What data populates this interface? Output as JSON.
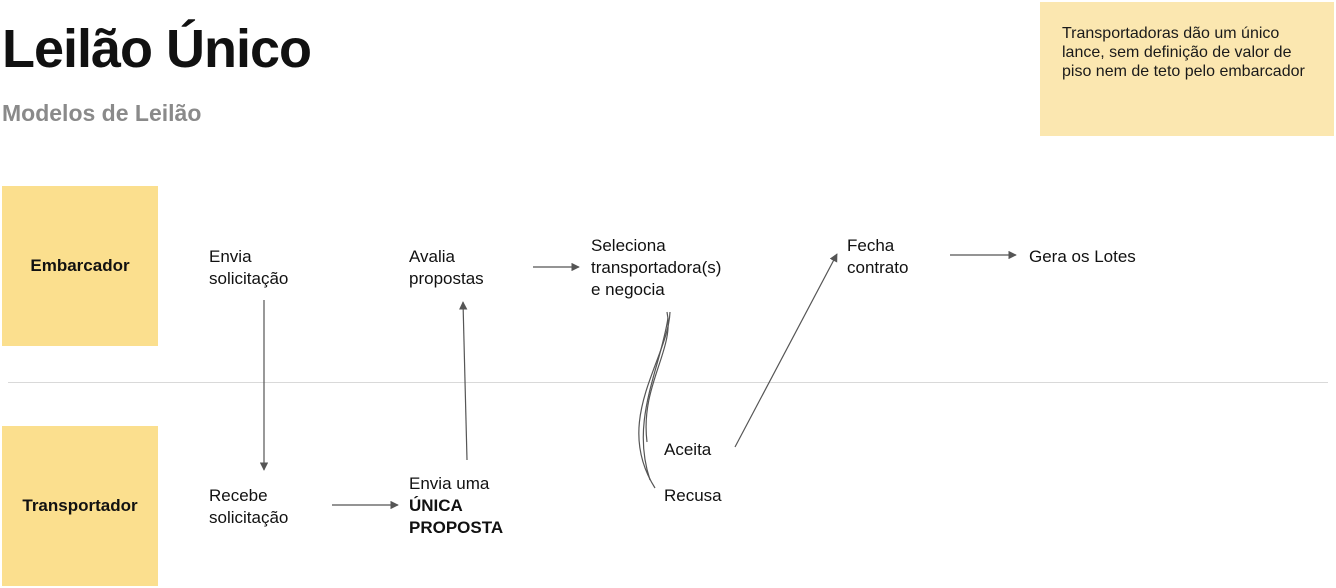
{
  "header": {
    "title": "Leilão Único",
    "subtitle": "Modelos de Leilão"
  },
  "note": {
    "text": "Transportadoras dão um único lance, sem definição de valor de piso nem de teto pelo embarcador"
  },
  "lanes": {
    "embarcador": "Embarcador",
    "transportador": "Transportador"
  },
  "nodes": {
    "envia_solicitacao": [
      "Envia",
      "solicitação"
    ],
    "recebe_solicitacao": [
      "Recebe",
      "solicitação"
    ],
    "envia_proposta": {
      "line1": "Envia uma",
      "line2": "ÚNICA",
      "line3": "PROPOSTA"
    },
    "avalia_propostas": [
      "Avalia",
      "propostas"
    ],
    "seleciona": [
      "Seleciona",
      "transportadora(s)",
      "e negocia"
    ],
    "aceita": "Aceita",
    "recusa": "Recusa",
    "fecha_contrato": [
      "Fecha",
      "contrato"
    ],
    "gera_lotes": "Gera os Lotes"
  },
  "colors": {
    "lane_fill": "#fbdf8e",
    "note_fill": "#fbe7b0",
    "subtitle": "#8a8a8a",
    "arrow": "#555555",
    "divider": "#d9d9d9"
  }
}
